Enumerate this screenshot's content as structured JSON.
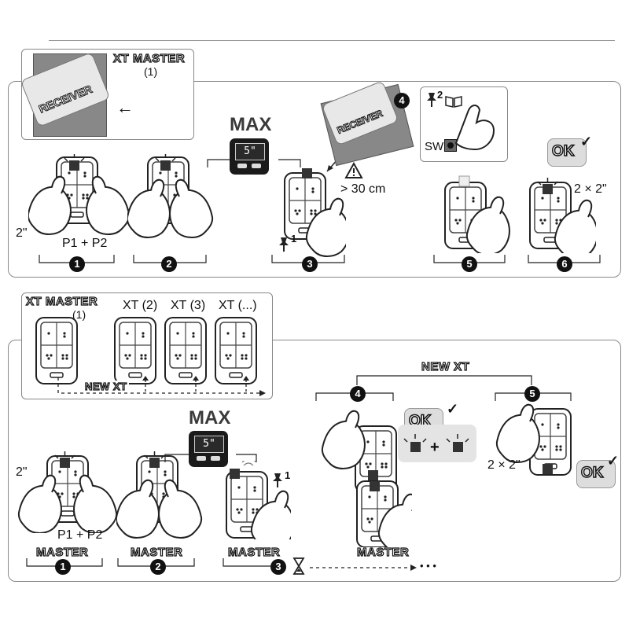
{
  "top": {
    "master_title": "XT  MASTER",
    "master_sub": "(1)",
    "receiver_label": "RECEIVER",
    "max_label": "MAX",
    "display_value": "5\"",
    "distance": "> 30 cm",
    "pin_super": "1",
    "book_super": "2",
    "sw_label": "SW",
    "ok_label": "OK",
    "step1_time": "2\"",
    "step1_buttons": "P1 + P2",
    "step6_repeat": "2 × 2\"",
    "steps": [
      "1",
      "2",
      "3",
      "4",
      "5",
      "6"
    ]
  },
  "bottom": {
    "master_title": "XT  MASTER",
    "master_sub": "(1)",
    "xt_labels": [
      "XT (2)",
      "XT (3)",
      "XT (...)"
    ],
    "new_xt_small": "NEW XT",
    "new_xt_header": "NEW XT",
    "max_label": "MAX",
    "display_value": "5\"",
    "pin_super": "1",
    "step1_time": "2\"",
    "step1_buttons": "P1 + P2",
    "master_label": "MASTER",
    "ok_label": "OK",
    "plus": "+",
    "repeat": "2 × 2\"",
    "dots": "• • •",
    "steps": [
      "1",
      "2",
      "3",
      "4",
      "5"
    ]
  },
  "icons": {
    "remote": "remote-icon",
    "hand": "hand-icon",
    "pin": "pushpin-icon",
    "book": "manual-book-icon",
    "warning": "warning-icon",
    "hourglass": "hourglass-icon",
    "arrow": "arrow-left-icon"
  }
}
